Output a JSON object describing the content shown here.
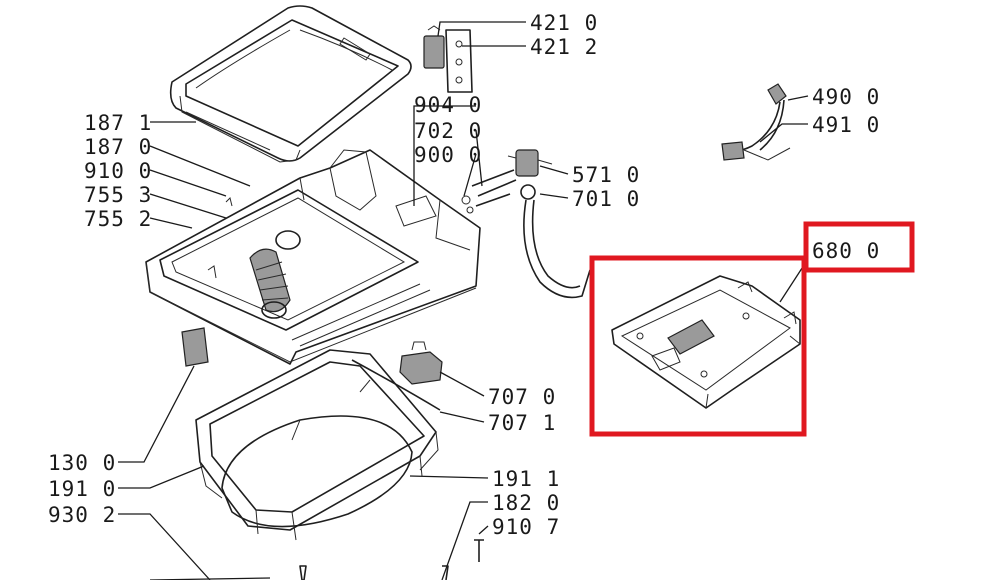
{
  "diagram": {
    "highlight_color": "#e01820",
    "labels": [
      {
        "id": "4210",
        "text": "421 0"
      },
      {
        "id": "4212",
        "text": "421 2"
      },
      {
        "id": "4900",
        "text": "490 0"
      },
      {
        "id": "4910",
        "text": "491 0"
      },
      {
        "id": "9040",
        "text": "904 0"
      },
      {
        "id": "7020",
        "text": "702 0"
      },
      {
        "id": "9000",
        "text": "900 0"
      },
      {
        "id": "5710",
        "text": "571 0"
      },
      {
        "id": "7010",
        "text": "701 0"
      },
      {
        "id": "1871",
        "text": "187 1"
      },
      {
        "id": "1870",
        "text": "187 0"
      },
      {
        "id": "9100",
        "text": "910 0"
      },
      {
        "id": "7553",
        "text": "755 3"
      },
      {
        "id": "7552",
        "text": "755 2"
      },
      {
        "id": "6800",
        "text": "680 0"
      },
      {
        "id": "7070",
        "text": "707 0"
      },
      {
        "id": "7071",
        "text": "707 1"
      },
      {
        "id": "1300",
        "text": "130 0"
      },
      {
        "id": "1910",
        "text": "191 0"
      },
      {
        "id": "1911",
        "text": "191 1"
      },
      {
        "id": "9302",
        "text": "930 2"
      },
      {
        "id": "1820",
        "text": "182 0"
      },
      {
        "id": "9107",
        "text": "910 7"
      }
    ]
  }
}
